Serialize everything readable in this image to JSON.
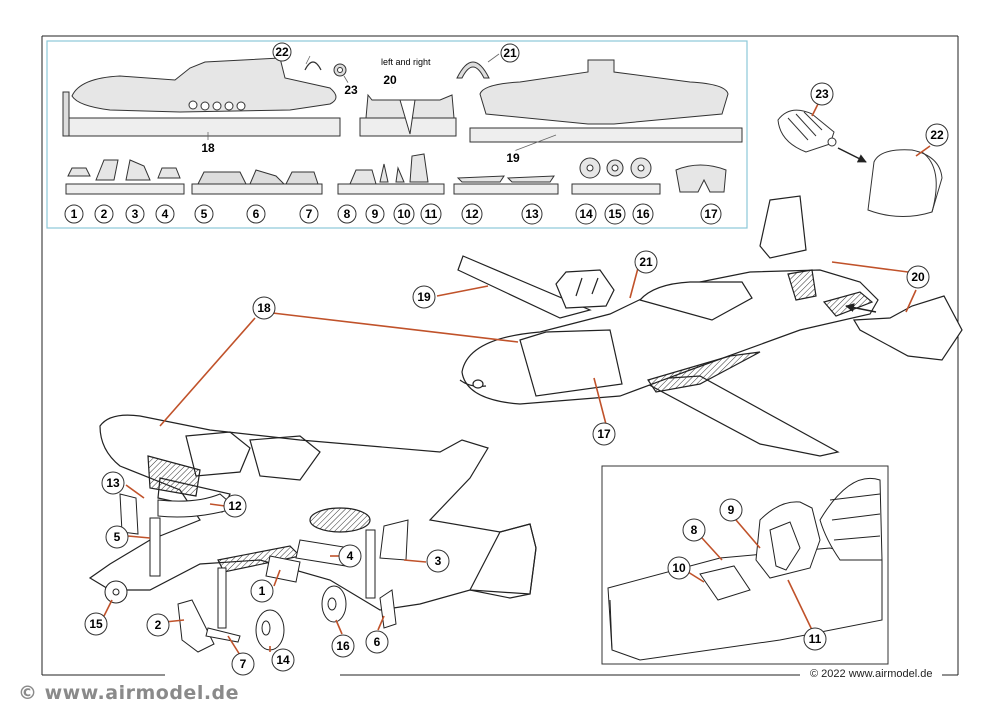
{
  "sprue_panel": {
    "note_left_right": "left and right",
    "part_numbers": [
      "1",
      "2",
      "3",
      "4",
      "5",
      "6",
      "7",
      "8",
      "9",
      "10",
      "11",
      "12",
      "13",
      "14",
      "15",
      "16",
      "17"
    ],
    "top_callouts": [
      "18",
      "19",
      "20",
      "21",
      "22",
      "23"
    ]
  },
  "views": {
    "underside_callouts": [
      "18",
      "13",
      "12",
      "5",
      "15",
      "2",
      "7",
      "14",
      "1",
      "4",
      "3",
      "16",
      "6"
    ],
    "topside_callouts": [
      "19",
      "21",
      "20",
      "17"
    ],
    "detail_callouts": [
      "23",
      "22"
    ],
    "cockpit_callouts": [
      "8",
      "9",
      "10",
      "11"
    ]
  },
  "footer": {
    "copyright": "© 2022 www.airmodel.de",
    "watermark": "©  www.airmodel.de"
  },
  "colors": {
    "leader_accent": "#c0522a",
    "panel_border": "#8cc8d8",
    "line": "#222222"
  }
}
